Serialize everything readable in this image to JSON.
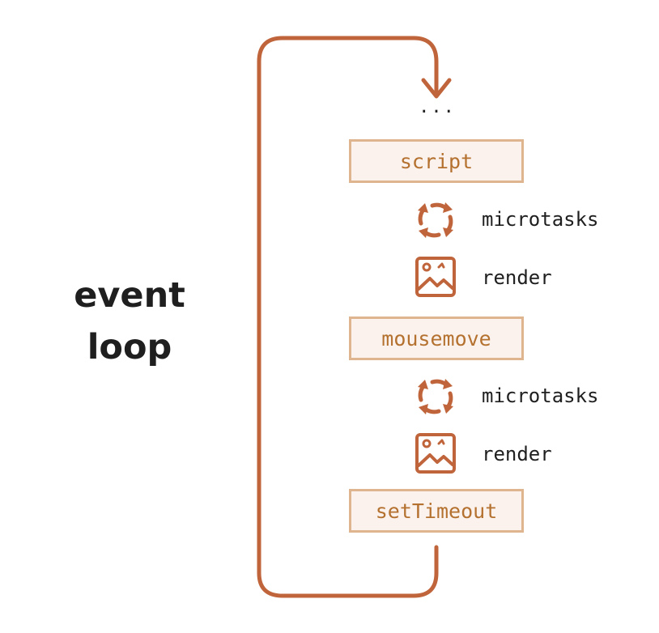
{
  "title": {
    "line1": "event",
    "line2": "loop"
  },
  "ellipsis": "...",
  "tasks": [
    {
      "label": "script",
      "steps": [
        {
          "icon": "refresh-cycle-icon",
          "label": "microtasks"
        },
        {
          "icon": "image-render-icon",
          "label": "render"
        }
      ]
    },
    {
      "label": "mousemove",
      "steps": [
        {
          "icon": "refresh-cycle-icon",
          "label": "microtasks"
        },
        {
          "icon": "image-render-icon",
          "label": "render"
        }
      ]
    },
    {
      "label": "setTimeout",
      "steps": []
    }
  ],
  "colors": {
    "loop_arrow": "#c0653b",
    "icon": "#c0653b",
    "task_fill": "#fbf2ed",
    "task_border": "#dfb58f",
    "task_text": "#b4712f",
    "text": "#1f1f1f"
  }
}
